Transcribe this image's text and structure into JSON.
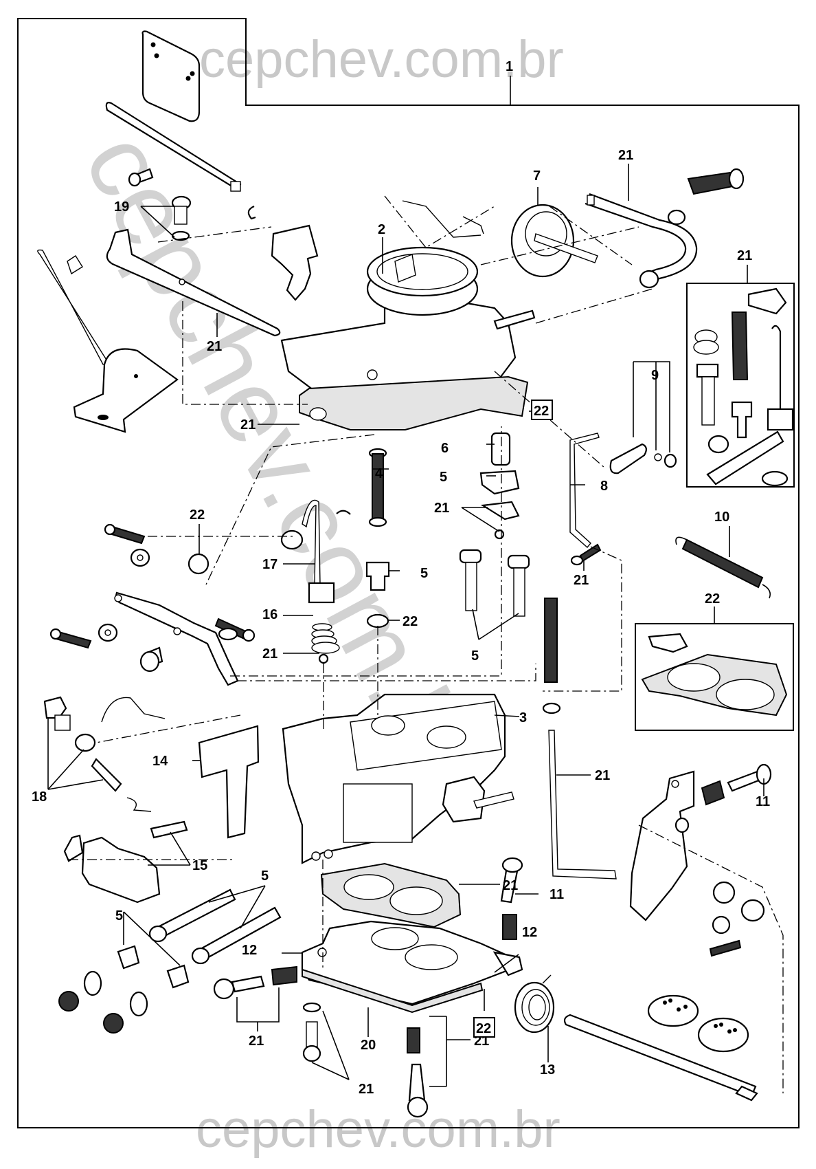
{
  "diagram": {
    "title": "Carburetor exploded view",
    "watermark": {
      "top": "cepchev.com.br",
      "bottom": "cepchev.com.br",
      "diagonal": "cepchev.com.br"
    },
    "colors": {
      "line": "#000000",
      "background": "#ffffff",
      "watermark": "#c8c8c8"
    },
    "callouts": [
      {
        "id": "c1",
        "label": "1",
        "part": "carburetor assembly"
      },
      {
        "id": "c2",
        "label": "2",
        "part": "carburetor top cover"
      },
      {
        "id": "c3",
        "label": "3",
        "part": "carburetor main body"
      },
      {
        "id": "c4",
        "label": "4",
        "part": "accelerator pump piston"
      },
      {
        "id": "c5a",
        "label": "5",
        "part": "pump check valve"
      },
      {
        "id": "c5b",
        "label": "5",
        "part": "diaphragm plate"
      },
      {
        "id": "c5c",
        "label": "5",
        "part": "emulsion tubes"
      },
      {
        "id": "c5d",
        "label": "5",
        "part": "air correction jets"
      },
      {
        "id": "c5e",
        "label": "5",
        "part": "main jets"
      },
      {
        "id": "c6",
        "label": "6",
        "part": "needle valve"
      },
      {
        "id": "c7",
        "label": "7",
        "part": "choke pull-down diaphragm"
      },
      {
        "id": "c8",
        "label": "8",
        "part": "connecting rod"
      },
      {
        "id": "c9",
        "label": "9",
        "part": "lever, washer and nut"
      },
      {
        "id": "c10",
        "label": "10",
        "part": "return spring"
      },
      {
        "id": "c11a",
        "label": "11",
        "part": "idle screw"
      },
      {
        "id": "c11b",
        "label": "11",
        "part": "adjusting screw"
      },
      {
        "id": "c12a",
        "label": "12",
        "part": "throttle body stop"
      },
      {
        "id": "c12b",
        "label": "12",
        "part": "throttle lever stop"
      },
      {
        "id": "c13",
        "label": "13",
        "part": "throttle return spring"
      },
      {
        "id": "c14",
        "label": "14",
        "part": "float bowl baffle"
      },
      {
        "id": "c15",
        "label": "15",
        "part": "float and pin"
      },
      {
        "id": "c16",
        "label": "16",
        "part": "pump spring"
      },
      {
        "id": "c17",
        "label": "17",
        "part": "pump rod"
      },
      {
        "id": "c18",
        "label": "18",
        "part": "needle valve seat set"
      },
      {
        "id": "c19",
        "label": "19",
        "part": "screw and washer"
      },
      {
        "id": "c20",
        "label": "20",
        "part": "throttle body"
      },
      {
        "id": "c21a",
        "label": "21",
        "part": "hose"
      },
      {
        "id": "c21b",
        "label": "21",
        "part": "repair kit"
      },
      {
        "id": "c21c",
        "label": "21",
        "part": "bracket"
      },
      {
        "id": "c21d",
        "label": "21",
        "part": "gasket"
      },
      {
        "id": "c21e",
        "label": "21",
        "part": "diaphragm cover"
      },
      {
        "id": "c21f",
        "label": "21",
        "part": "screw"
      },
      {
        "id": "c21g",
        "label": "21",
        "part": "check ball"
      },
      {
        "id": "c21h",
        "label": "21",
        "part": "linkage rod"
      },
      {
        "id": "c21i",
        "label": "21",
        "part": "base gasket"
      },
      {
        "id": "c21j",
        "label": "21",
        "part": "mixture screw and spring"
      },
      {
        "id": "c21k",
        "label": "21",
        "part": "screw and washer"
      },
      {
        "id": "c21l",
        "label": "21",
        "part": "screw and spring"
      },
      {
        "id": "c22a",
        "label": "22",
        "part": "top cover gasket",
        "boxed": true
      },
      {
        "id": "c22b",
        "label": "22",
        "part": "lock washer"
      },
      {
        "id": "c22c",
        "label": "22",
        "part": "washer"
      },
      {
        "id": "c22d",
        "label": "22",
        "part": "gasket set"
      },
      {
        "id": "c22e",
        "label": "22",
        "part": "throttle body gasket",
        "boxed": true
      }
    ]
  }
}
